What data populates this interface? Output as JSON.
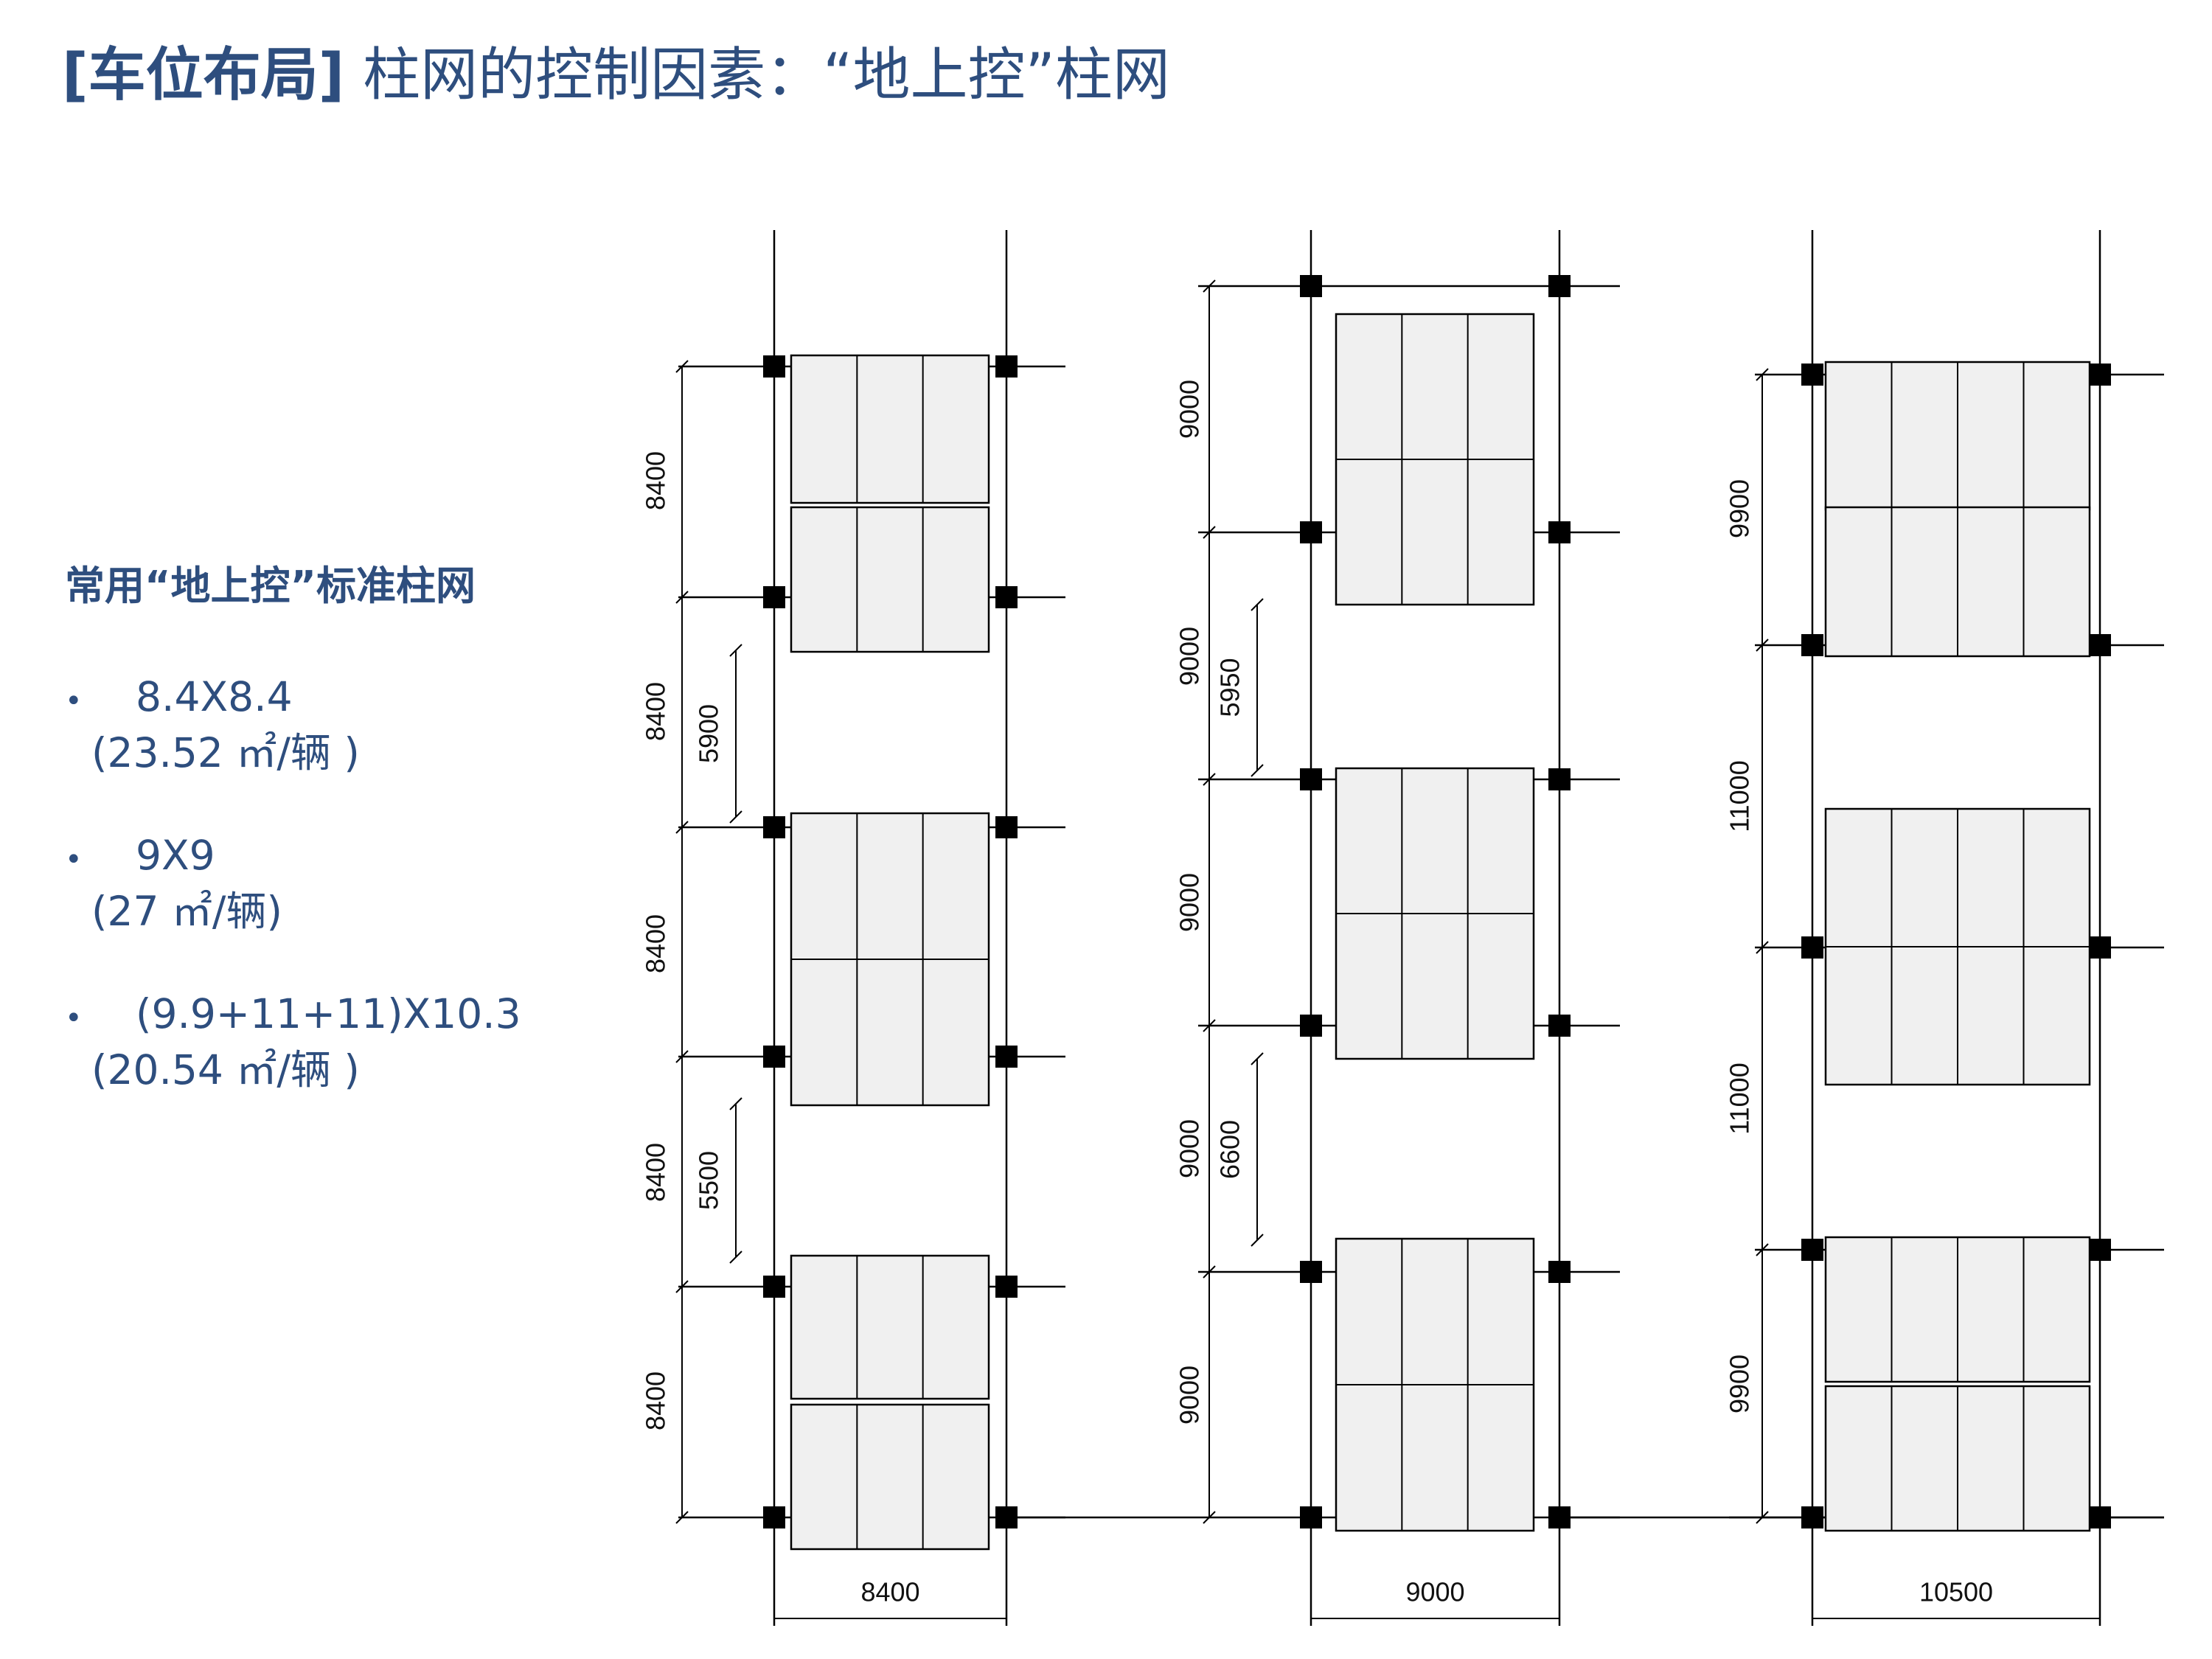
{
  "header": {
    "bracket_title": "[车位布局]",
    "subtitle": "柱网的控制因素：“地上控”柱网"
  },
  "sidebar": {
    "heading": "常用“地上控”标准柱网",
    "bullet_char": "•",
    "items": [
      {
        "size": "8.4X8.4",
        "area": "(23.52 ㎡/辆 )"
      },
      {
        "size": "9X9",
        "area": "(27 ㎡/辆)"
      },
      {
        "size": "(9.9+11+11)X10.3",
        "area": "(20.54 ㎡/辆 )"
      }
    ]
  },
  "diagram": {
    "grid_a": {
      "bay_labels": [
        "8400",
        "8400",
        "8400",
        "8400"
      ],
      "aisle_labels": [
        "5900",
        "5500"
      ],
      "width_label": "8400"
    },
    "grid_b": {
      "bay_labels": [
        "9000",
        "9000",
        "9000",
        "9000",
        "9000"
      ],
      "aisle_labels": [
        "5950",
        "6600"
      ],
      "width_label": "9000"
    },
    "grid_c": {
      "bay_labels": [
        "9900",
        "11000",
        "11000",
        "9900"
      ],
      "width_label": "10500"
    },
    "colors": {
      "line": "#000000",
      "stall_fill": "#f0f0f0",
      "column": "#000000",
      "text": "#2e4e7e"
    }
  }
}
